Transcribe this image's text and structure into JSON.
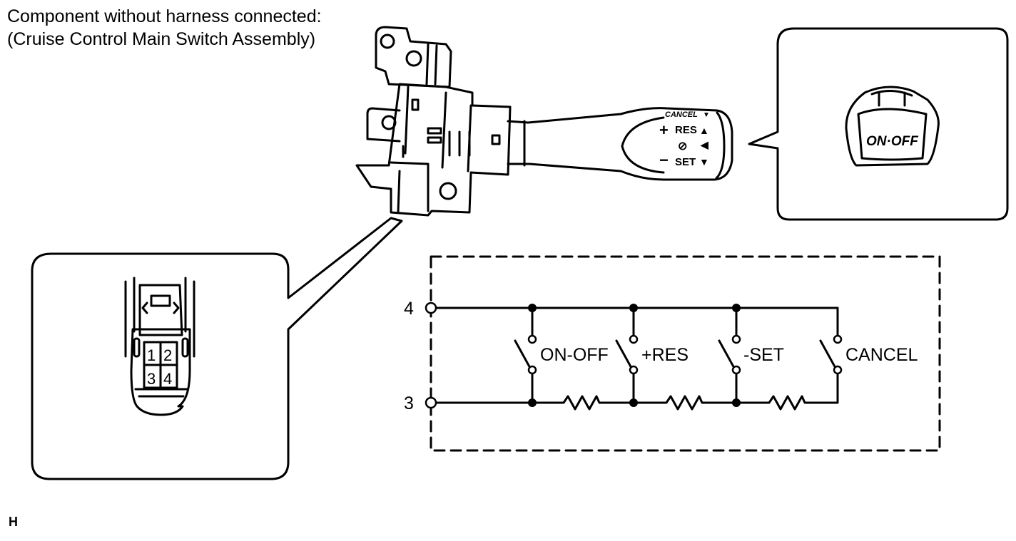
{
  "caption": {
    "line1": "Component without harness connected:",
    "line2": "(Cruise Control Main Switch Assembly)"
  },
  "connector": {
    "pins": [
      "1",
      "2",
      "3",
      "4"
    ]
  },
  "lever": {
    "face_labels": {
      "cancel": "CANCEL",
      "res": "RES",
      "set": "SET",
      "plus": "+",
      "minus": "−"
    }
  },
  "button_label": "ON·OFF",
  "circuit": {
    "terminal_top": "4",
    "terminal_bottom": "3",
    "switches": [
      "ON-OFF",
      "+RES",
      "-SET",
      "CANCEL"
    ]
  },
  "figure_code": "H"
}
